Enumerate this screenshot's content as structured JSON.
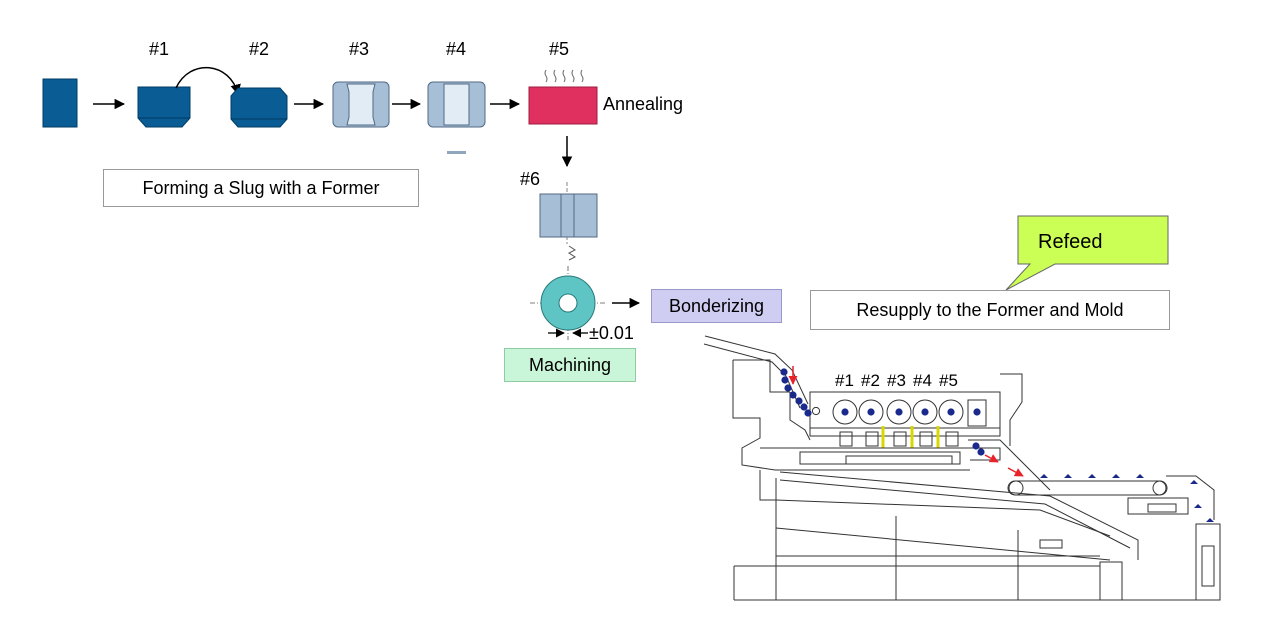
{
  "steps": {
    "s1": "#1",
    "s2": "#2",
    "s3": "#3",
    "s4": "#4",
    "s5": "#5",
    "s6": "#6"
  },
  "annealing": "Annealing",
  "forming": "Forming a Slug with a Former",
  "bonderizing": "Bonderizing",
  "tolerance": "±0.01",
  "machining": "Machining",
  "refeed": "Refeed",
  "resupply": "Resupply to the Former and Mold",
  "machine_stations": [
    "#1",
    "#2",
    "#3",
    "#4",
    "#5"
  ],
  "colors": {
    "slug_dark": "#0a5d94",
    "slug_light": "#a7bfd6",
    "annealing": "#e0305f",
    "disc": "#5fc4c4",
    "bonderizing_bg": "#cfcdf2",
    "machining_bg": "#c9f5d8",
    "refeed_bg": "#ccff55",
    "arrow_red": "#e8232b",
    "dot_blue": "#1a2a8c"
  }
}
